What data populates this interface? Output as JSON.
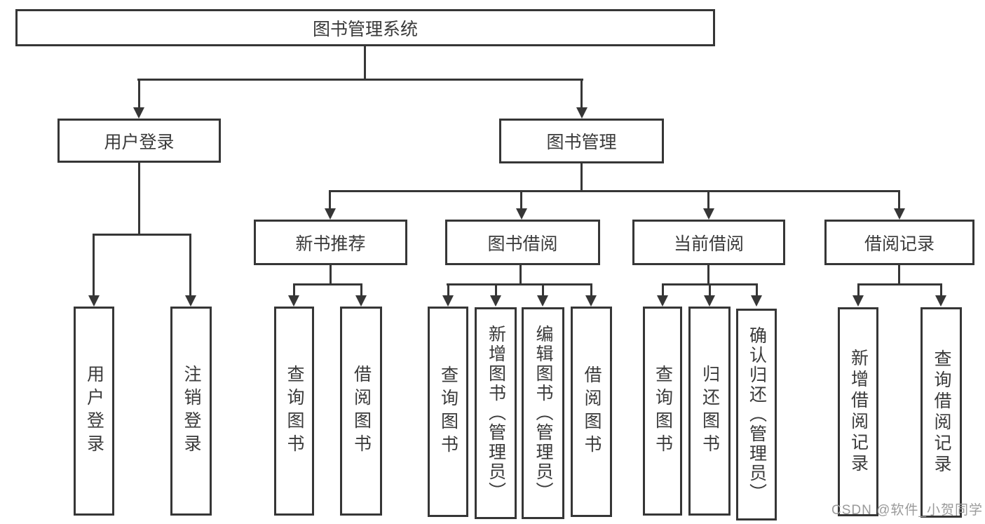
{
  "diagram": {
    "title": "图书管理系统",
    "root": {
      "label": "图书管理系统"
    },
    "level2": [
      {
        "label": "用户登录",
        "children": [
          {
            "label": "用户登录"
          },
          {
            "label": "注销登录"
          }
        ]
      },
      {
        "label": "图书管理",
        "children": [
          {
            "label": "新书推荐",
            "children": [
              {
                "label": "查询图书"
              },
              {
                "label": "借阅图书"
              }
            ]
          },
          {
            "label": "图书借阅",
            "children": [
              {
                "label": "查询图书"
              },
              {
                "label": "新增图书（管理员）"
              },
              {
                "label": "编辑图书（管理员）"
              },
              {
                "label": "借阅图书"
              }
            ]
          },
          {
            "label": "当前借阅",
            "children": [
              {
                "label": "查询图书"
              },
              {
                "label": "归还图书"
              },
              {
                "label": "确认归还（管理员）"
              }
            ]
          },
          {
            "label": "借阅记录",
            "children": [
              {
                "label": "新增借阅记录"
              },
              {
                "label": "查询借阅记录"
              }
            ]
          }
        ]
      }
    ]
  },
  "watermark": {
    "text": "CSDN @软件_小贺同学"
  },
  "colors": {
    "line": "#363636",
    "text": "#3a3a3a",
    "watermark": "#9a9a9a",
    "background": "#ffffff"
  }
}
